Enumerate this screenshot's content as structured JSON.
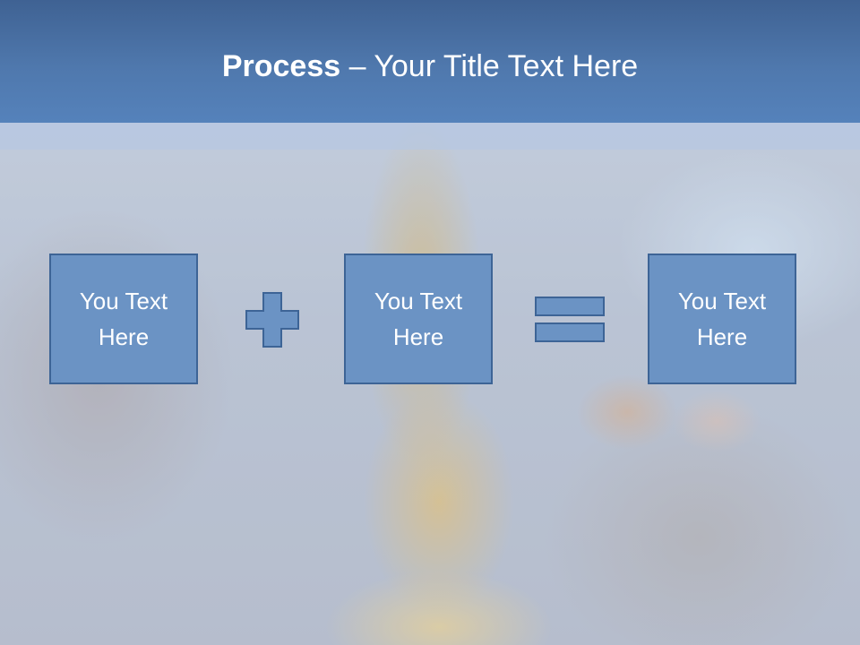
{
  "slide": {
    "title_bold": "Process",
    "title_rest": " – Your Title Text Here"
  },
  "process": {
    "boxes": [
      {
        "text": "You Text Here"
      },
      {
        "text": "You Text Here"
      },
      {
        "text": "You Text Here"
      }
    ],
    "operators": [
      "plus-icon",
      "equals-icon"
    ]
  },
  "colors": {
    "header": "#4f78ad",
    "box_fill": "#6b93c4",
    "box_border": "#3d6496"
  }
}
